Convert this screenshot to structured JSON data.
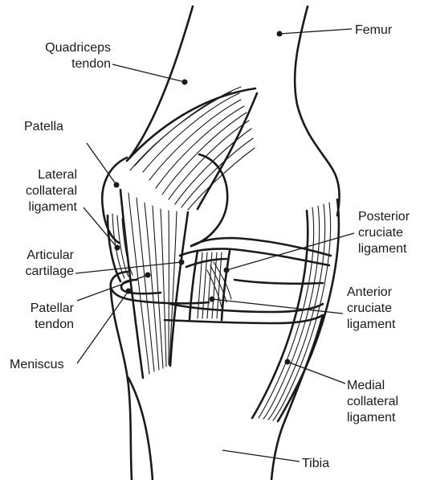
{
  "diagram": {
    "labels": {
      "femur": "Femur",
      "quadriceps_1": "Quadriceps",
      "quadriceps_2": "tendon",
      "patella": "Patella",
      "lateral_1": "Lateral",
      "lateral_2": "collateral",
      "lateral_3": "ligament",
      "articular_1": "Articular",
      "articular_2": "cartilage",
      "patellar_1": "Patellar",
      "patellar_2": "tendon",
      "meniscus": "Meniscus",
      "posterior_1": "Posterior",
      "posterior_2": "cruciate",
      "posterior_3": "ligament",
      "anterior_1": "Anterior",
      "anterior_2": "cruciate",
      "anterior_3": "ligament",
      "medial_1": "Medial",
      "medial_2": "collateral",
      "medial_3": "ligament",
      "tibia": "Tibia"
    }
  }
}
